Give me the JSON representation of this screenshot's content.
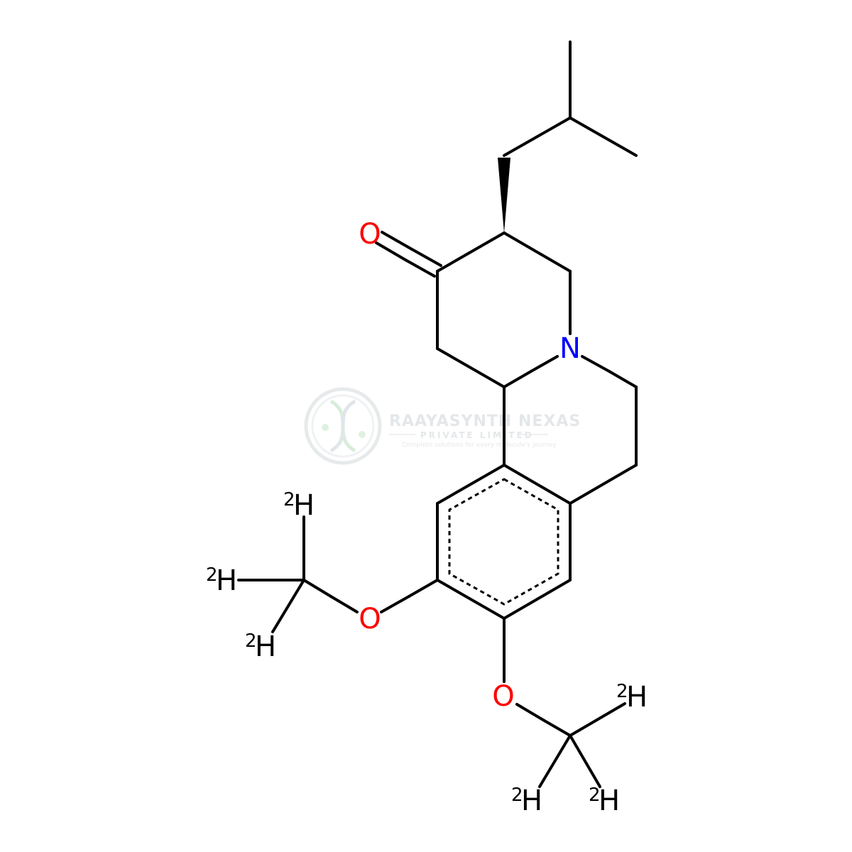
{
  "colors": {
    "bond": "#000000",
    "oxygen": "#ff0000",
    "nitrogen": "#0000ff",
    "hydrogen": "#000000",
    "watermark": "#d9dde0"
  },
  "atoms": {
    "oxygen_symbol": "O",
    "nitrogen_symbol": "N",
    "hydrogen_symbol": "H",
    "deuterium_mass": "2"
  },
  "watermark": {
    "name": "RAAYASYNTH NEXAS",
    "subtitle": "PRIVATE LIMITED",
    "tagline": "Complete solutions for every molecule's journey",
    "logo_icon": "dna-helix-icon"
  }
}
